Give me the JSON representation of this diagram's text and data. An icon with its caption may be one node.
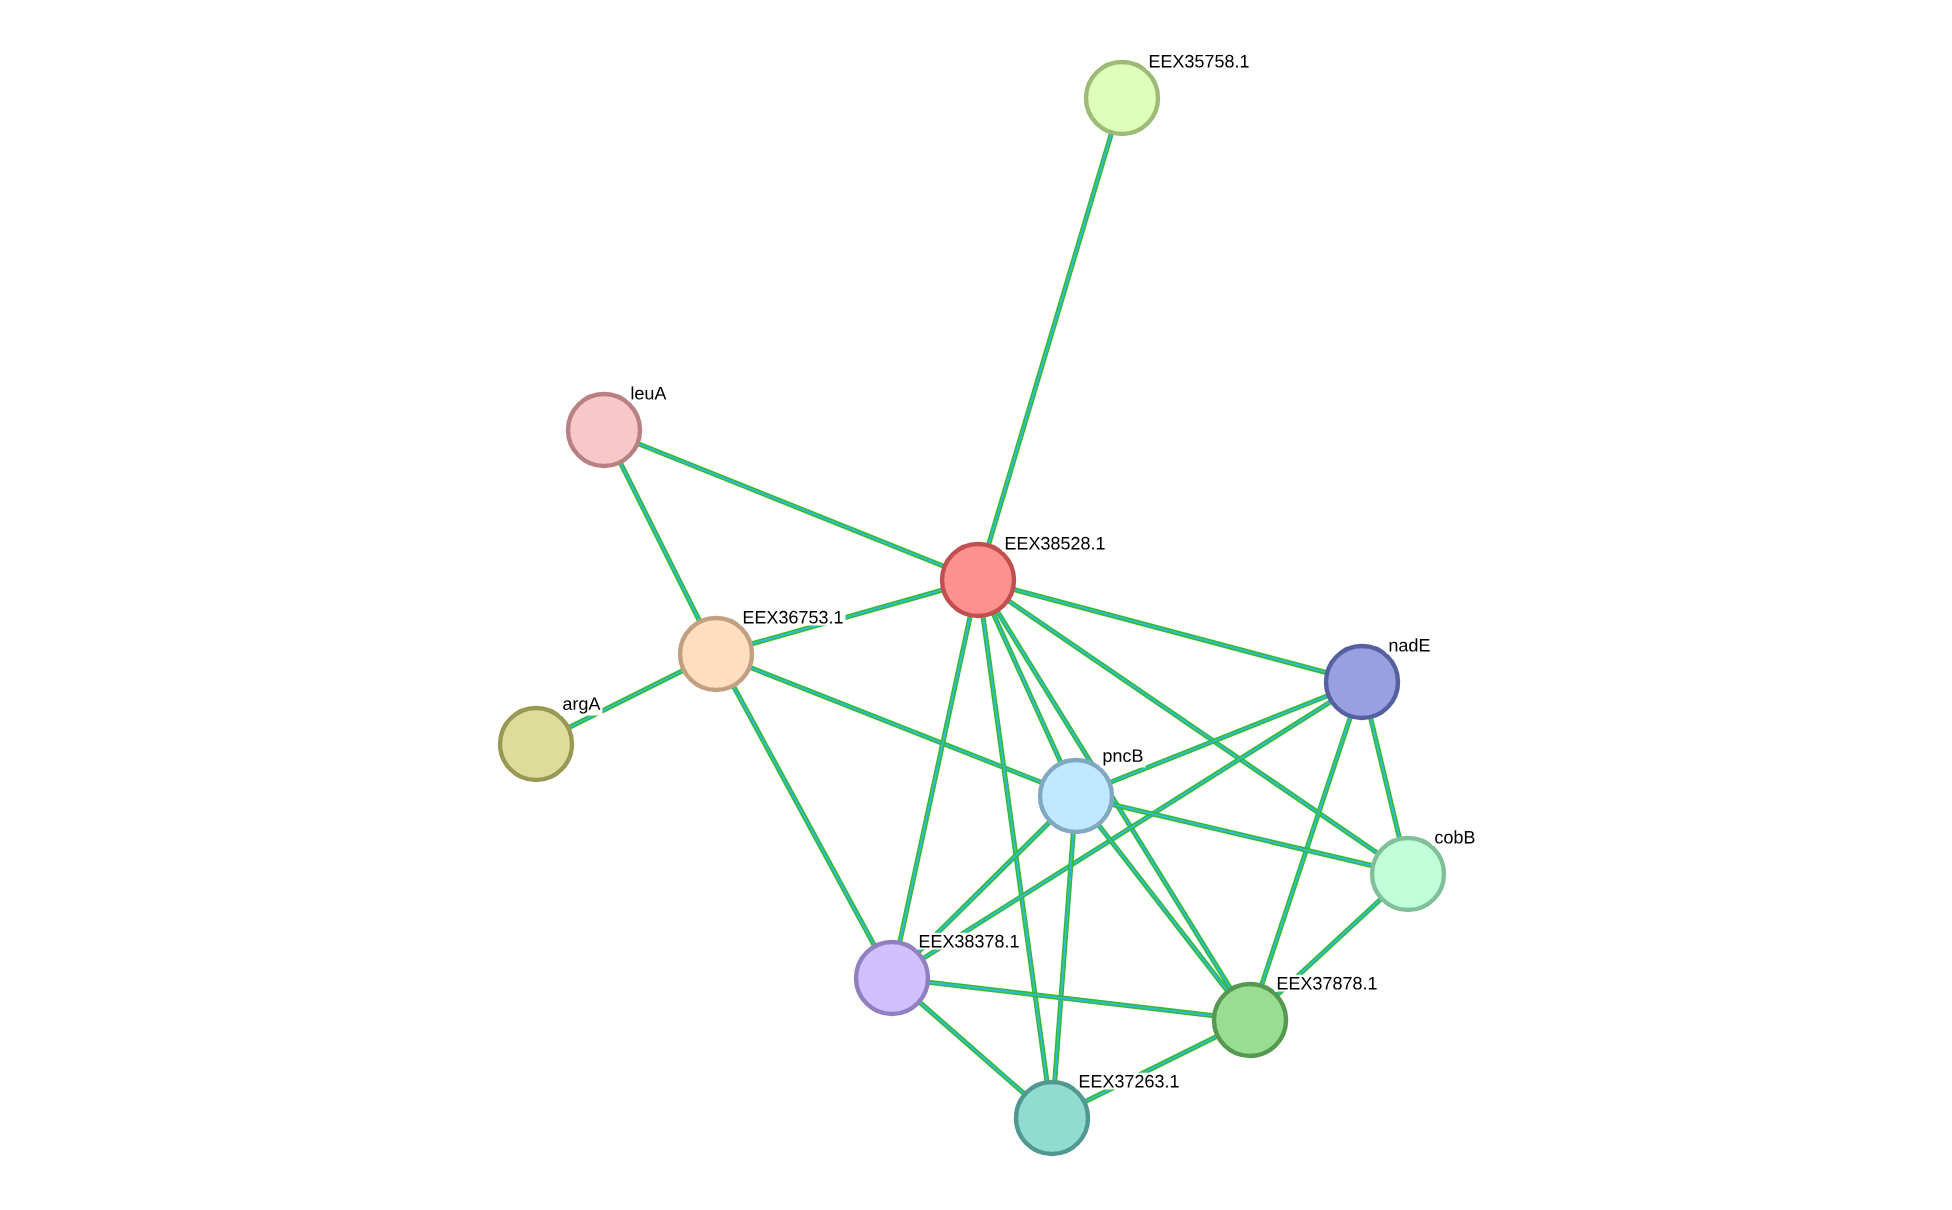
{
  "diagram": {
    "nodes": [
      {
        "text": [
          "EEX35758.1"
        ]
      },
      {
        "text": [
          "leuA"
        ]
      },
      {
        "text": [
          "EEX38528.1"
        ]
      },
      {
        "text": [
          "EEX36753.1"
        ]
      },
      {
        "text": [
          "argA"
        ]
      },
      {
        "text": [
          "nadE"
        ]
      },
      {
        "text": [
          "pncB"
        ]
      },
      {
        "text": [
          "cobB"
        ]
      },
      {
        "text": [
          "EEX38378.1"
        ]
      },
      {
        "text": [
          "EEX37878.1"
        ]
      },
      {
        "text": [
          "EEX37263.1"
        ]
      }
    ],
    "edges": [
      {
        "from": 0,
        "to": 2,
        "arrow": "none"
      },
      {
        "from": 1,
        "to": 2,
        "arrow": "none"
      },
      {
        "from": 1,
        "to": 3,
        "arrow": "none"
      },
      {
        "from": 2,
        "to": 3,
        "arrow": "none"
      },
      {
        "from": 3,
        "to": 4,
        "arrow": "none"
      },
      {
        "from": 3,
        "to": 6,
        "arrow": "none"
      },
      {
        "from": 3,
        "to": 8,
        "arrow": "none"
      },
      {
        "from": 2,
        "to": 5,
        "arrow": "none"
      },
      {
        "from": 2,
        "to": 6,
        "arrow": "none"
      },
      {
        "from": 2,
        "to": 7,
        "arrow": "none"
      },
      {
        "from": 2,
        "to": 9,
        "arrow": "none"
      },
      {
        "from": 2,
        "to": 10,
        "arrow": "none"
      },
      {
        "from": 2,
        "to": 8,
        "arrow": "none"
      },
      {
        "from": 5,
        "to": 6,
        "arrow": "none"
      },
      {
        "from": 5,
        "to": 7,
        "arrow": "none"
      },
      {
        "from": 5,
        "to": 9,
        "arrow": "none"
      },
      {
        "from": 5,
        "to": 8,
        "arrow": "none"
      },
      {
        "from": 6,
        "to": 7,
        "arrow": "none"
      },
      {
        "from": 6,
        "to": 8,
        "arrow": "none"
      },
      {
        "from": 6,
        "to": 9,
        "arrow": "none"
      },
      {
        "from": 6,
        "to": 10,
        "arrow": "none"
      },
      {
        "from": 7,
        "to": 9,
        "arrow": "none"
      },
      {
        "from": 8,
        "to": 9,
        "arrow": "none"
      },
      {
        "from": 8,
        "to": 10,
        "arrow": "none"
      },
      {
        "from": 9,
        "to": 10,
        "arrow": "none"
      }
    ]
  }
}
